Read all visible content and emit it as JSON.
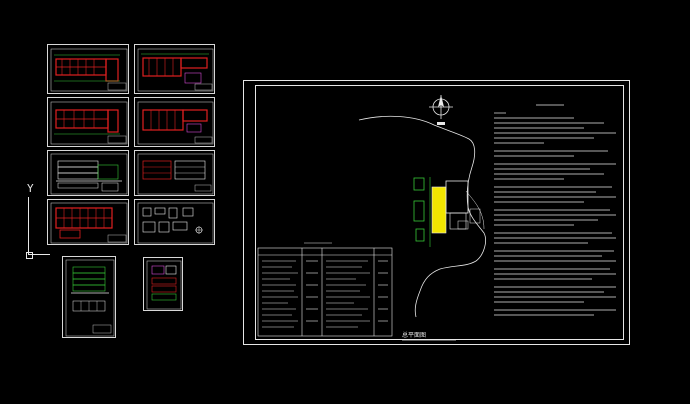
{
  "app": {
    "name": "AutoCAD",
    "mode": "model-space"
  },
  "canvas": {
    "background": "#000000",
    "accent_colors": {
      "frame": "#e6e6e6",
      "red_linework": "#e02020",
      "yellow_building": "#f2e600",
      "green_linework": "#36c936",
      "white_text": "#e8e8e8",
      "magenta_text": "#d84cd8"
    }
  },
  "ucs_icon": {
    "y_label": "Y"
  },
  "thumbnails": [
    {
      "id": "sheet-1",
      "content": "red-floor-plan"
    },
    {
      "id": "sheet-2",
      "content": "red-floor-plan"
    },
    {
      "id": "sheet-3",
      "content": "red-floor-plan"
    },
    {
      "id": "sheet-4",
      "content": "red-floor-plan"
    },
    {
      "id": "sheet-5",
      "content": "elevation"
    },
    {
      "id": "sheet-6",
      "content": "elevation"
    },
    {
      "id": "sheet-7",
      "content": "red-floor-plan"
    },
    {
      "id": "sheet-8",
      "content": "details"
    },
    {
      "id": "sheet-9",
      "content": "section"
    },
    {
      "id": "sheet-10",
      "content": "details"
    }
  ],
  "main_drawing": {
    "plan_caption": "总平面图",
    "north_arrow_icon": "north-arrow-icon"
  }
}
